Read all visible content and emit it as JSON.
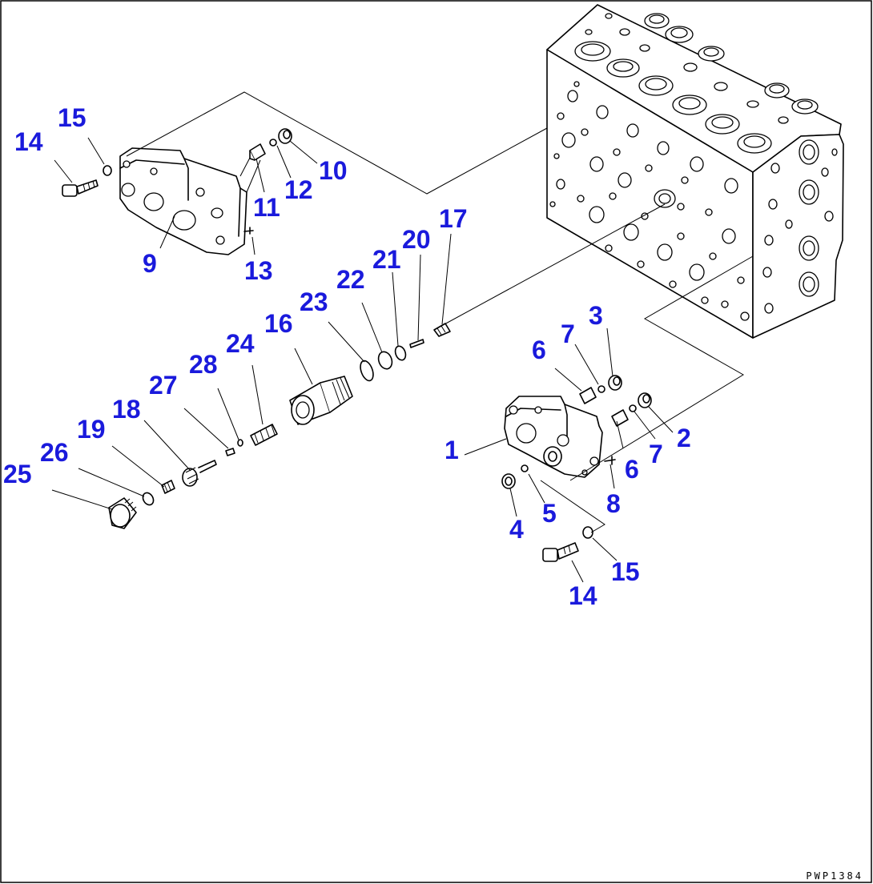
{
  "drawing_code": "PWP1384",
  "callouts": [
    {
      "id": "c1",
      "text": "1"
    },
    {
      "id": "c2",
      "text": "2"
    },
    {
      "id": "c3",
      "text": "3"
    },
    {
      "id": "c4",
      "text": "4"
    },
    {
      "id": "c5",
      "text": "5"
    },
    {
      "id": "c6a",
      "text": "6"
    },
    {
      "id": "c6b",
      "text": "6"
    },
    {
      "id": "c7a",
      "text": "7"
    },
    {
      "id": "c7b",
      "text": "7"
    },
    {
      "id": "c8",
      "text": "8"
    },
    {
      "id": "c9",
      "text": "9"
    },
    {
      "id": "c10",
      "text": "10"
    },
    {
      "id": "c11",
      "text": "11"
    },
    {
      "id": "c12",
      "text": "12"
    },
    {
      "id": "c13",
      "text": "13"
    },
    {
      "id": "c14a",
      "text": "14"
    },
    {
      "id": "c14b",
      "text": "14"
    },
    {
      "id": "c15a",
      "text": "15"
    },
    {
      "id": "c15b",
      "text": "15"
    },
    {
      "id": "c16",
      "text": "16"
    },
    {
      "id": "c17",
      "text": "17"
    },
    {
      "id": "c18",
      "text": "18"
    },
    {
      "id": "c19",
      "text": "19"
    },
    {
      "id": "c20",
      "text": "20"
    },
    {
      "id": "c21",
      "text": "21"
    },
    {
      "id": "c22",
      "text": "22"
    },
    {
      "id": "c23",
      "text": "23"
    },
    {
      "id": "c24",
      "text": "24"
    },
    {
      "id": "c25",
      "text": "25"
    },
    {
      "id": "c26",
      "text": "26"
    },
    {
      "id": "c27",
      "text": "27"
    },
    {
      "id": "c28",
      "text": "28"
    }
  ]
}
